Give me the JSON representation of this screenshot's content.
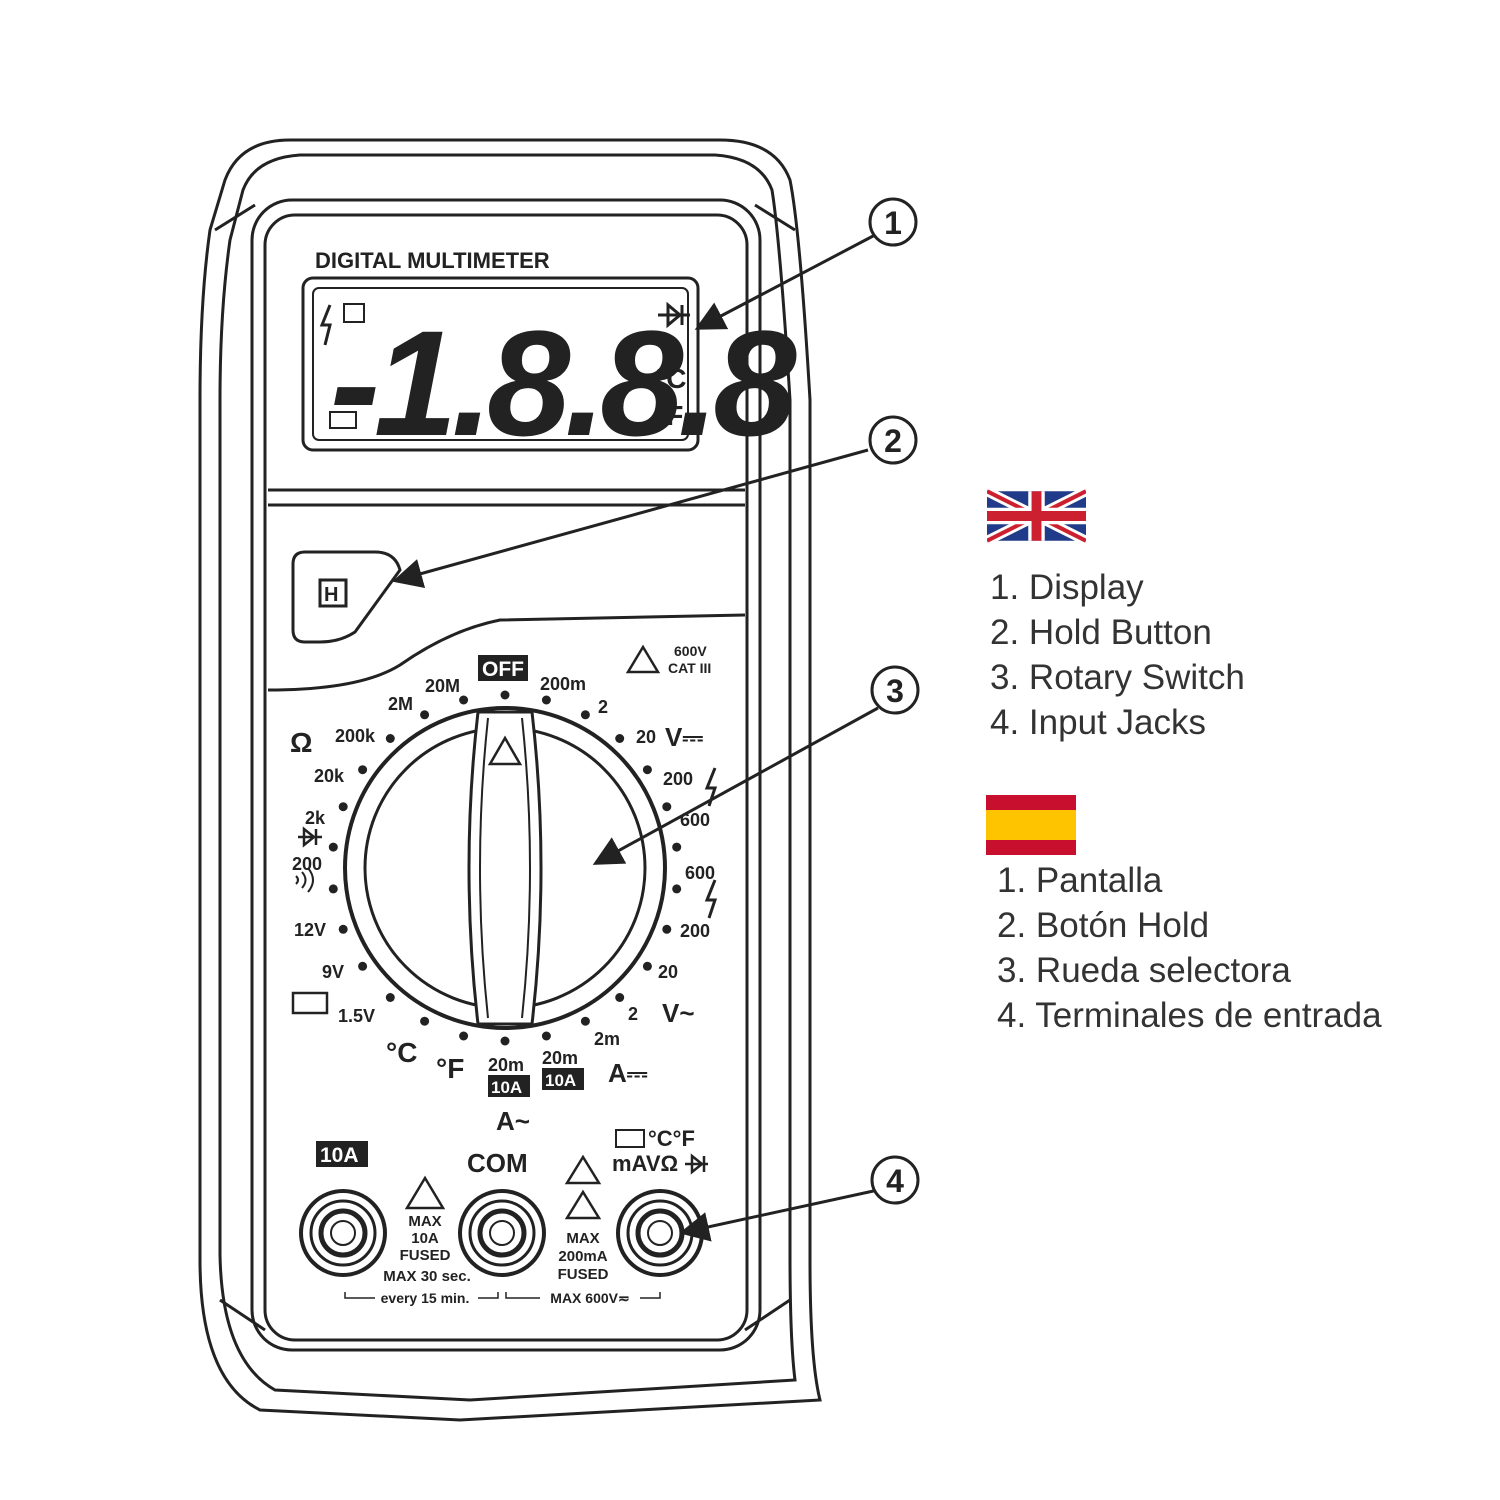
{
  "multimeter": {
    "title": "DIGITAL MULTIMETER",
    "display_reading": "-1.8.8.8",
    "display_units": [
      "°C",
      "°F"
    ],
    "hold_button_label": "H",
    "safety_rating": [
      "600V",
      "CAT III"
    ],
    "dial_labels": {
      "off": "OFF",
      "v_dc": "V⎓",
      "v_ac": "V~",
      "a_dc": "A⎓",
      "a_ac": "A~",
      "ohm": "Ω",
      "deg_c": "°C",
      "deg_f": "°F",
      "ranges": [
        "200m",
        "2",
        "20",
        "200",
        "600",
        "600",
        "200",
        "20",
        "2",
        "2m",
        "20m",
        "20m",
        "12V",
        "9V",
        "1.5V",
        "200",
        "2k",
        "20k",
        "200k",
        "2M",
        "20M"
      ],
      "ten_a": "10A"
    },
    "jacks": {
      "ten_a_label": "10A",
      "com_label": "COM",
      "right_label_top": "°C°F",
      "right_label": "mAVΩ",
      "left_warning": [
        "MAX",
        "10A",
        "FUSED",
        "MAX 30 sec.",
        "every 15 min."
      ],
      "right_warning": [
        "MAX",
        "200mA",
        "FUSED",
        "MAX 600V≂"
      ]
    }
  },
  "callouts": [
    "1",
    "2",
    "3",
    "4"
  ],
  "legend_en": {
    "flag": "uk-flag",
    "items": [
      "1. Display",
      "2. Hold Button",
      "3. Rotary Switch",
      "4. Input Jacks"
    ]
  },
  "legend_es": {
    "flag": "spain-flag",
    "items": [
      "1. Pantalla",
      "2. Botón  Hold",
      "3. Rueda selectora",
      "4. Terminales de entrada"
    ]
  },
  "colors": {
    "outline": "#222222",
    "uk_blue": "#1f3b8a",
    "uk_red": "#cc1f2f",
    "es_red": "#c8102e",
    "es_yellow": "#ffc400"
  }
}
